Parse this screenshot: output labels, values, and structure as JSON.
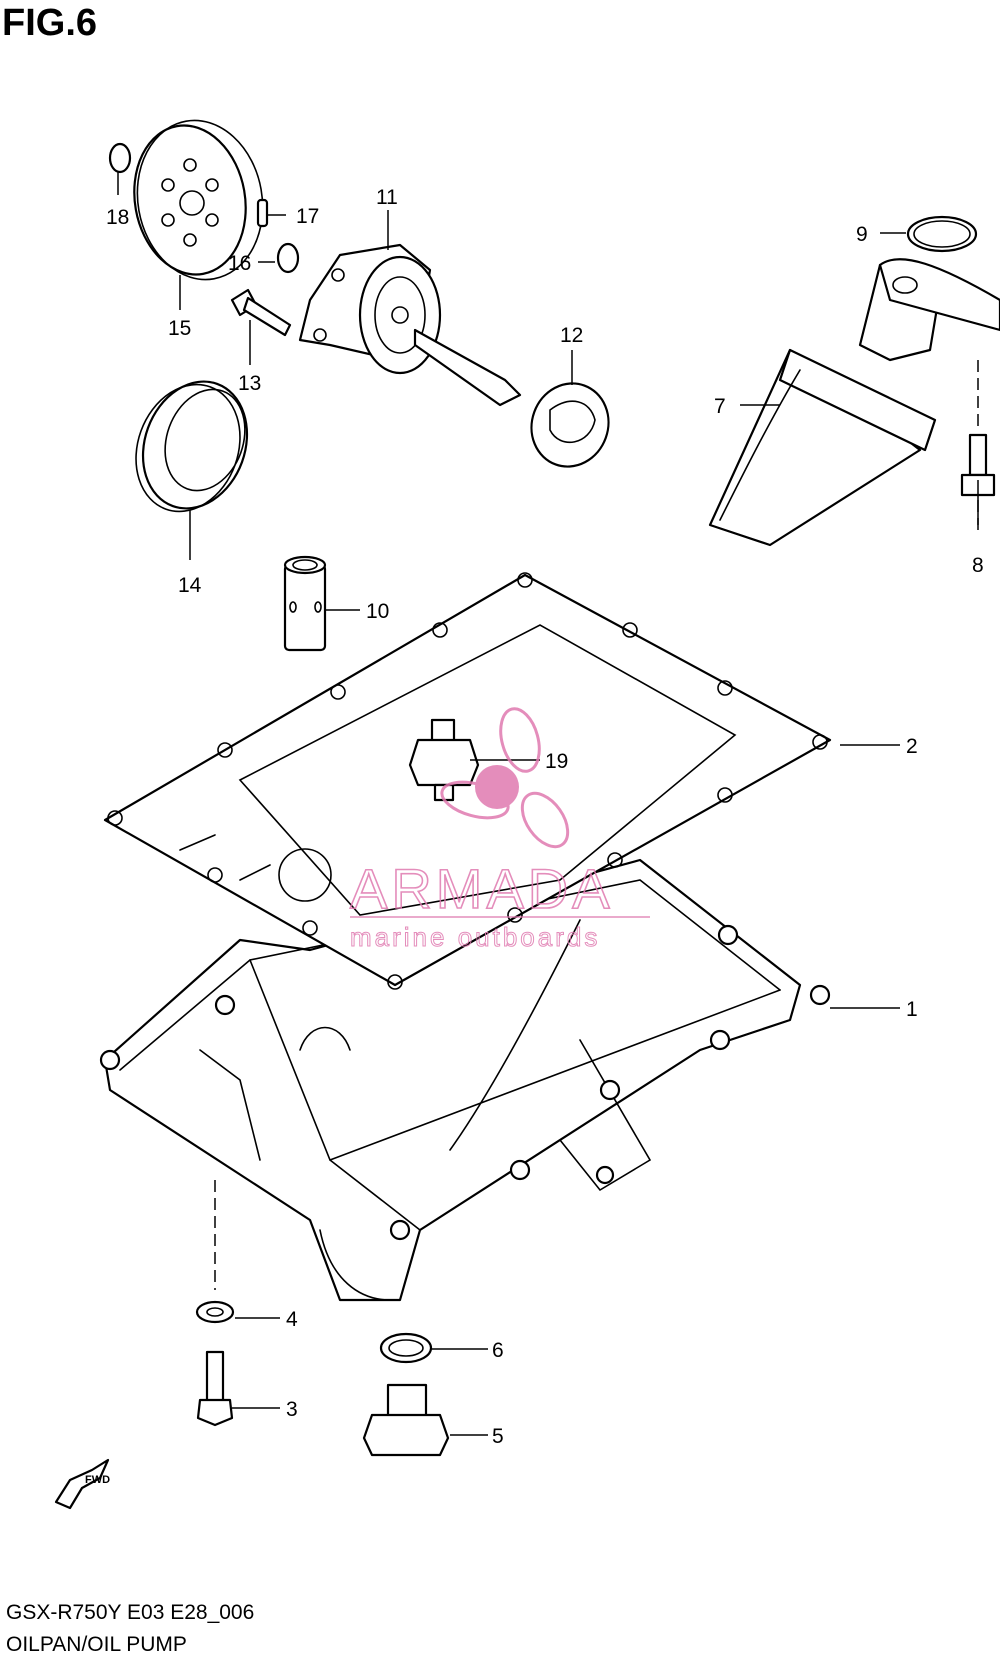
{
  "figure": {
    "title": "FIG.6"
  },
  "footer": {
    "model": "GSX-R750Y E03 E28_006",
    "caption": "OILPAN/OIL PUMP"
  },
  "watermark": {
    "brand": "ARMADA",
    "tagline": "marine outboards",
    "color": "#e07ab0"
  },
  "fwd_label": "FWD",
  "callouts": [
    {
      "num": "1"
    },
    {
      "num": "2"
    },
    {
      "num": "3"
    },
    {
      "num": "4"
    },
    {
      "num": "5"
    },
    {
      "num": "6"
    },
    {
      "num": "7"
    },
    {
      "num": "8"
    },
    {
      "num": "9"
    },
    {
      "num": "10"
    },
    {
      "num": "11"
    },
    {
      "num": "12"
    },
    {
      "num": "13"
    },
    {
      "num": "14"
    },
    {
      "num": "15"
    },
    {
      "num": "16"
    },
    {
      "num": "17"
    },
    {
      "num": "18"
    },
    {
      "num": "19"
    }
  ]
}
